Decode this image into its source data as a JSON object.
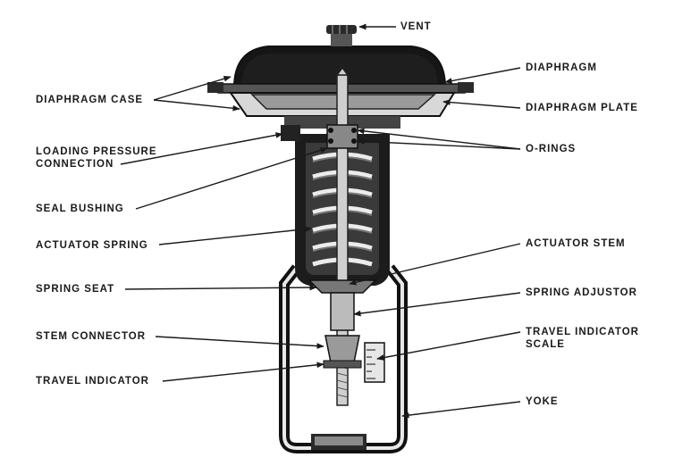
{
  "labels": {
    "vent": "VENT",
    "diaphragm": "DIAPHRAGM",
    "diaphragm_case": "DIAPHRAGM CASE",
    "diaphragm_plate": "DIAPHRAGM PLATE",
    "loading_pressure_line1": "LOADING PRESSURE",
    "loading_pressure_line2": "CONNECTION",
    "o_rings": "O-RINGS",
    "seal_bushing": "SEAL BUSHING",
    "actuator_spring": "ACTUATOR SPRING",
    "actuator_stem": "ACTUATOR STEM",
    "spring_seat": "SPRING SEAT",
    "spring_adjustor": "SPRING ADJUSTOR",
    "stem_connector": "STEM CONNECTOR",
    "travel_indicator_scale_line1": "TRAVEL INDICATOR",
    "travel_indicator_scale_line2": "SCALE",
    "travel_indicator": "TRAVEL INDICATOR",
    "yoke": "YOKE"
  }
}
